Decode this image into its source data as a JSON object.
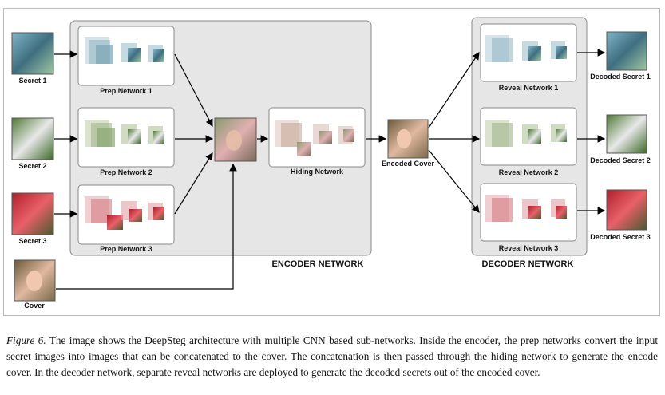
{
  "diagram": {
    "secrets": [
      "Secret 1",
      "Secret 2",
      "Secret 3"
    ],
    "cover": "Cover",
    "prep_networks": [
      "Prep Network 1",
      "Prep Network 2",
      "Prep Network 3"
    ],
    "hiding_network": "Hiding Network",
    "encoded_cover": "Encoded Cover",
    "reveal_networks": [
      "Reveal Network 1",
      "Reveal Network 2",
      "Reveal Network 3"
    ],
    "decoded_secrets": [
      "Decoded Secret 1",
      "Decoded Secret 2",
      "Decoded Secret 3"
    ],
    "encoder_label": "ENCODER NETWORK",
    "decoder_label": "DECODER NETWORK"
  },
  "caption": {
    "figure_label": "Figure 6.",
    "text": " The image shows the DeepSteg architecture with multiple CNN based sub-networks. Inside the encoder, the prep networks convert the input secret images into images that can be concatenated to the cover. The concatenation is then passed through the hiding network to generate the encode cover. In the decoder network, separate reveal networks are deployed to generate the decoded secrets out of the encoded cover."
  },
  "colors": {
    "panel_fill": "#e6e6e6",
    "panel_border": "#8a8a8a",
    "prep_tints": [
      "#6f9fb0",
      "#8aa870",
      "#d04a50"
    ],
    "reveal_tints": [
      "#6f9fb0",
      "#8aa870",
      "#d04a50"
    ]
  },
  "icons": [
    "secret-image-thumbnail",
    "cover-image-thumbnail",
    "feature-map-stack",
    "concatenated-image",
    "arrow"
  ]
}
